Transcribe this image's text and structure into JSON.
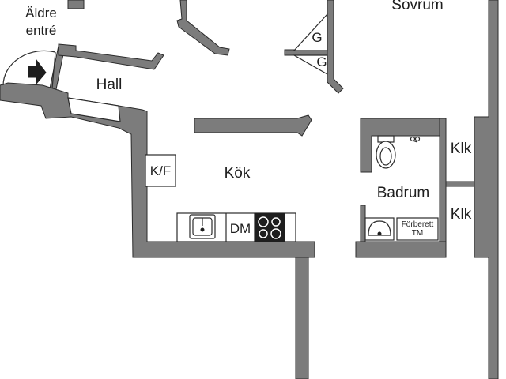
{
  "rooms": {
    "aldre_entre_line1": "Äldre",
    "aldre_entre_line2": "entré",
    "sovrum": "Sovrum",
    "hall": "Hall",
    "kok": "Kök",
    "badrum": "Badrum",
    "klk_upper": "Klk",
    "klk_lower": "Klk"
  },
  "fixtures": {
    "wardrobe_upper": "G",
    "wardrobe_lower": "G",
    "fridge_freezer": "K/F",
    "dishwasher": "DM",
    "washer_line1": "Förberett",
    "washer_line2": "TM"
  },
  "colors": {
    "wall_fill": "#7c7c7c",
    "wall_stroke": "#2b2b2b",
    "text": "#1e1e1e",
    "background": "#ffffff"
  },
  "icons": {
    "entrance_arrow": "arrow-right-icon",
    "sink": "kitchen-sink-icon",
    "stove": "stove-icon",
    "toilet": "toilet-icon",
    "washbasin": "washbasin-icon",
    "shower": "shower-icon"
  }
}
